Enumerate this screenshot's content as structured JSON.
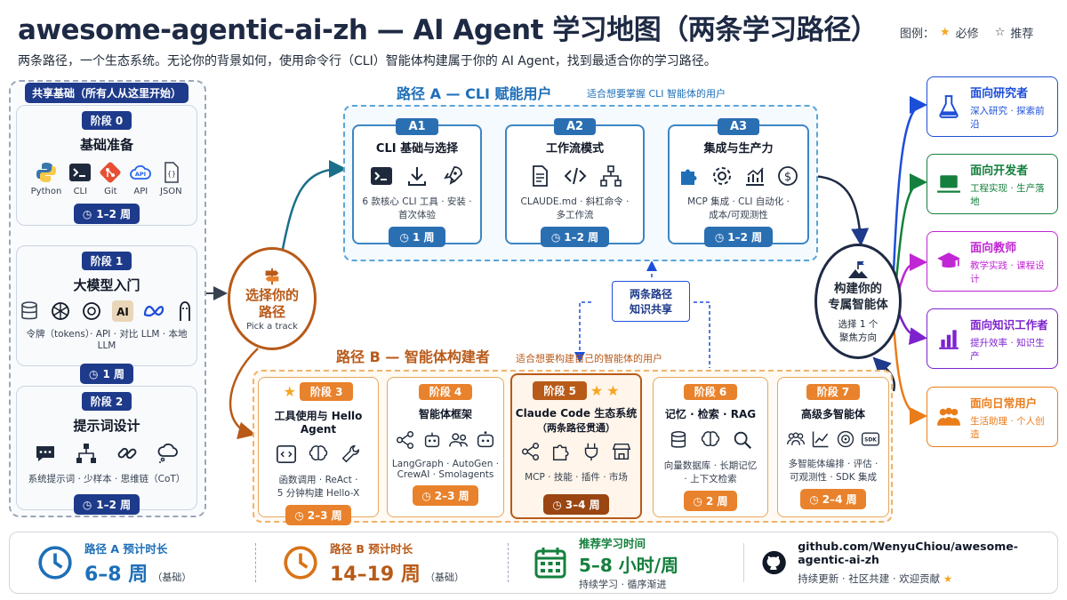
{
  "header": {
    "title": "awesome-agentic-ai-zh — AI Agent 学习地图（两条学习路径）",
    "subtitle": "两条路径，一个生态系统。无论你的背景如何，使用命令行（CLI）智能体构建属于你的 AI Agent，找到最适合你的学习路径。",
    "legend_label": "图例：",
    "legend_required": "必修",
    "legend_recommended": "推荐"
  },
  "shared": {
    "tag": "共享基础（所有人从这里开始）",
    "stages": [
      {
        "num": "阶段 0",
        "title": "基础准备",
        "icons": [
          "Python",
          "CLI",
          "Git",
          "API",
          "JSON"
        ],
        "desc": "",
        "duration": "1–2 周"
      },
      {
        "num": "阶段 1",
        "title": "大模型入门",
        "icons": [],
        "desc": "令牌（tokens）· API · 对比 LLM · 本地 LLM",
        "duration": "1 周"
      },
      {
        "num": "阶段 2",
        "title": "提示词设计",
        "icons": [],
        "desc": "系统提示词 · 少样本 · 思维链（CoT）",
        "duration": "1–2 周"
      }
    ]
  },
  "choose": {
    "title": "选择你的路径",
    "sub": "Pick a track"
  },
  "pathA": {
    "title": "路径 A — CLI 赋能用户",
    "note": "适合想要掌握 CLI 智能体的用户",
    "cards": [
      {
        "tag": "A1",
        "title": "CLI 基础与选择",
        "desc1": "6 款核心 CLI 工具 · 安装 ·",
        "desc2": "首次体验",
        "duration": "1 周"
      },
      {
        "tag": "A2",
        "title": "工作流模式",
        "desc1": "CLAUDE.md · 斜杠命令 ·",
        "desc2": "多工作流",
        "duration": "1–2 周"
      },
      {
        "tag": "A3",
        "title": "集成与生产力",
        "desc1": "MCP 集成 · CLI 自动化 ·",
        "desc2": "成本/可观测性",
        "duration": "1–2 周"
      }
    ]
  },
  "shared_knowledge": {
    "line1": "两条路径",
    "line2": "知识共享"
  },
  "pathB": {
    "title": "路径 B — 智能体构建者",
    "note": "适合想要构建自己的智能体的用户",
    "cards": [
      {
        "tag": "阶段 3",
        "title": "工具使用与 Hello Agent",
        "title2": "",
        "desc1": "函数调用 · ReAct ·",
        "desc2": "5 分钟构建 Hello-X",
        "duration": "2–3 周"
      },
      {
        "tag": "阶段 4",
        "title": "智能体框架",
        "title2": "",
        "desc1": "LangGraph · AutoGen ·",
        "desc2": "CrewAI · Smolagents",
        "duration": "2–3 周"
      },
      {
        "tag": "阶段 5",
        "title": "Claude Code 生态系统",
        "title2": "（两条路径贯通）",
        "desc1": "MCP · 技能 · 插件 · 市场",
        "desc2": "",
        "duration": "3–4 周"
      },
      {
        "tag": "阶段 6",
        "title": "记忆 · 检索 · RAG",
        "title2": "",
        "desc1": "向量数据库 · 长期记忆",
        "desc2": "· 上下文检索",
        "duration": "2 周"
      },
      {
        "tag": "阶段 7",
        "title": "高级多智能体",
        "title2": "",
        "desc1": "多智能体编排 · 评估 ·",
        "desc2": "可观测性 · SDK 集成",
        "duration": "2–4 周"
      }
    ]
  },
  "build": {
    "line1": "构建你的",
    "line2": "专属智能体",
    "sub1": "选择 1 个",
    "sub2": "聚焦方向"
  },
  "outcomes": [
    {
      "title": "面向研究者",
      "desc": "深入研究 · 探索前沿",
      "color": "#1d4ed8"
    },
    {
      "title": "面向开发者",
      "desc": "工程实现 · 生产落地",
      "color": "#15803d"
    },
    {
      "title": "面向教师",
      "desc": "教学实践 · 课程设计",
      "color": "#c026d3"
    },
    {
      "title": "面向知识工作者",
      "desc": "提升效率 · 知识生产",
      "color": "#7e22ce"
    },
    {
      "title": "面向日常用户",
      "desc": "生活助理 · 个人创造",
      "color": "#ea7c1a"
    }
  ],
  "footer": {
    "a_label": "路径 A 预计时长",
    "a_value": "6–8 周",
    "a_sub": "（基础）",
    "b_label": "路径 B 预计时长",
    "b_value": "14–19 周",
    "b_sub": "（基础）",
    "t_label": "推荐学习时间",
    "t_value": "5–8 小时/周",
    "t_sub": "持续学习 · 循序渐进",
    "repo": "github.com/WenyuChiou/awesome-agentic-ai-zh",
    "repo_sub": "持续更新 · 社区共建 · 欢迎贡献"
  },
  "colors": {
    "navy": "#1e3a8a",
    "blueA": "#2b6fb3",
    "orangeB": "#e9822c",
    "darkB": "#9a4512"
  }
}
